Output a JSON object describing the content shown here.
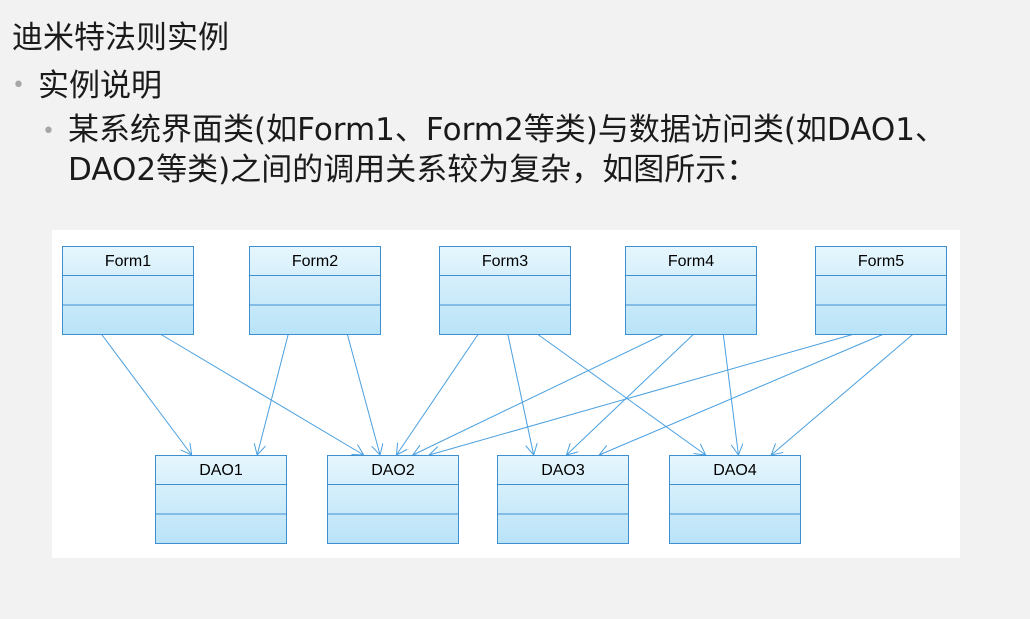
{
  "slide": {
    "title": "迪米特法则实例",
    "bullet_1": "实例说明",
    "bullet_2": "某系统界面类(如Form1、Form2等类)与数据访问类(如DAO1、DAO2等类)之间的调用关系较为复杂，如图所示："
  },
  "diagram": {
    "forms": [
      "Form1",
      "Form2",
      "Form3",
      "Form4",
      "Form5"
    ],
    "daos": [
      "DAO1",
      "DAO2",
      "DAO3",
      "DAO4"
    ],
    "dependencies": [
      {
        "from": "Form1",
        "to": "DAO1"
      },
      {
        "from": "Form1",
        "to": "DAO2"
      },
      {
        "from": "Form2",
        "to": "DAO1"
      },
      {
        "from": "Form2",
        "to": "DAO2"
      },
      {
        "from": "Form3",
        "to": "DAO2"
      },
      {
        "from": "Form3",
        "to": "DAO3"
      },
      {
        "from": "Form3",
        "to": "DAO4"
      },
      {
        "from": "Form4",
        "to": "DAO2"
      },
      {
        "from": "Form4",
        "to": "DAO3"
      },
      {
        "from": "Form4",
        "to": "DAO4"
      },
      {
        "from": "Form5",
        "to": "DAO2"
      },
      {
        "from": "Form5",
        "to": "DAO3"
      },
      {
        "from": "Form5",
        "to": "DAO4"
      }
    ],
    "colors": {
      "box_fill_top": "#e6f6fd",
      "box_fill_bottom": "#b9e3f8",
      "box_border": "#3d8fcf",
      "arrow": "#4aa0e0"
    }
  }
}
